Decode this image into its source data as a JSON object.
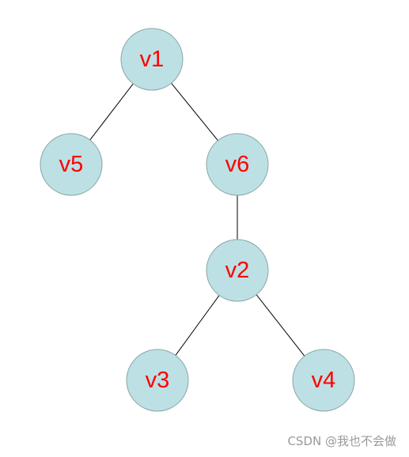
{
  "diagram": {
    "type": "tree",
    "colors": {
      "node_fill": "#bde0e4",
      "node_stroke": "#8aa6a8",
      "label": "#ff0000",
      "edge": "#000000"
    },
    "nodes": [
      {
        "id": "v1",
        "label": "v1"
      },
      {
        "id": "v5",
        "label": "v5"
      },
      {
        "id": "v6",
        "label": "v6"
      },
      {
        "id": "v2",
        "label": "v2"
      },
      {
        "id": "v3",
        "label": "v3"
      },
      {
        "id": "v4",
        "label": "v4"
      }
    ],
    "edges": [
      {
        "from": "v1",
        "to": "v5"
      },
      {
        "from": "v1",
        "to": "v6"
      },
      {
        "from": "v6",
        "to": "v2"
      },
      {
        "from": "v2",
        "to": "v3"
      },
      {
        "from": "v2",
        "to": "v4"
      }
    ]
  },
  "watermark": "CSDN @我也不会做"
}
